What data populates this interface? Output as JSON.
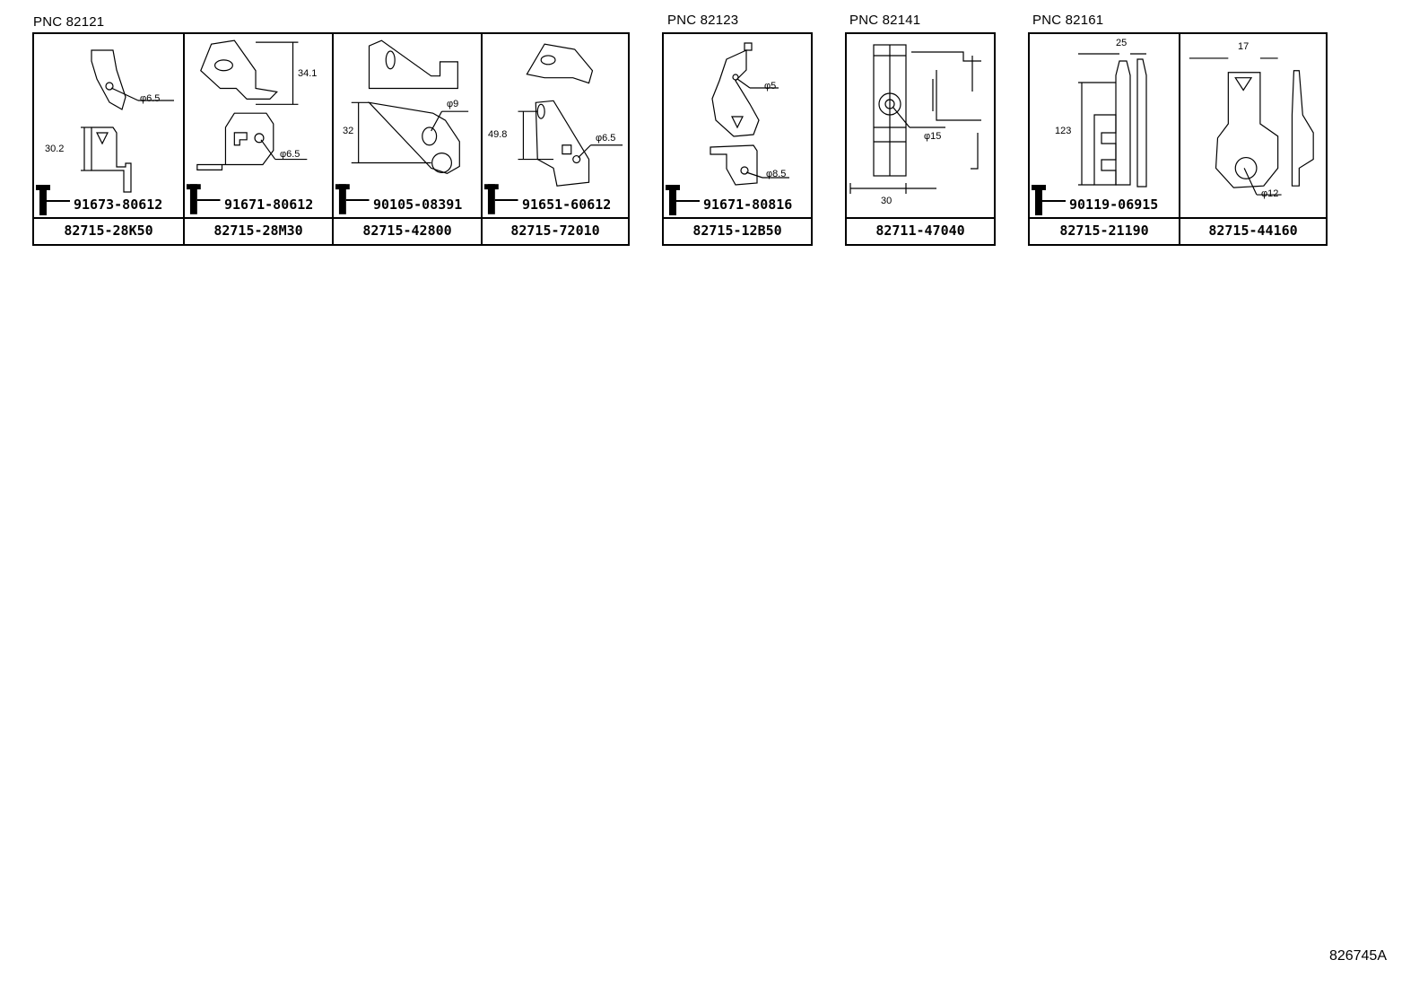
{
  "groups": [
    {
      "pnc": "PNC 82121",
      "cells": [
        {
          "part_number": "82715-28K50",
          "bolt": "91673-80612",
          "dims": [
            "30.2",
            "φ6.5"
          ]
        },
        {
          "part_number": "82715-28M30",
          "bolt": "91671-80612",
          "dims": [
            "34.1",
            "φ6.5"
          ]
        },
        {
          "part_number": "82715-42800",
          "bolt": "90105-08391",
          "dims": [
            "32",
            "φ9"
          ]
        },
        {
          "part_number": "82715-72010",
          "bolt": "91651-60612",
          "dims": [
            "49.8",
            "φ6.5"
          ]
        }
      ]
    },
    {
      "pnc": "PNC 82123",
      "cells": [
        {
          "part_number": "82715-12B50",
          "bolt": "91671-80816",
          "dims": [
            "φ5",
            "φ8.5"
          ]
        }
      ]
    },
    {
      "pnc": "PNC 82141",
      "cells": [
        {
          "part_number": "82711-47040",
          "dims": [
            "φ15",
            "30"
          ]
        }
      ]
    },
    {
      "pnc": "PNC 82161",
      "cells": [
        {
          "part_number": "82715-21190",
          "bolt": "90119-06915",
          "dims": [
            "25",
            "123"
          ]
        },
        {
          "part_number": "82715-44160",
          "dims": [
            "17",
            "φ12"
          ]
        }
      ]
    }
  ],
  "reference": "826745A"
}
